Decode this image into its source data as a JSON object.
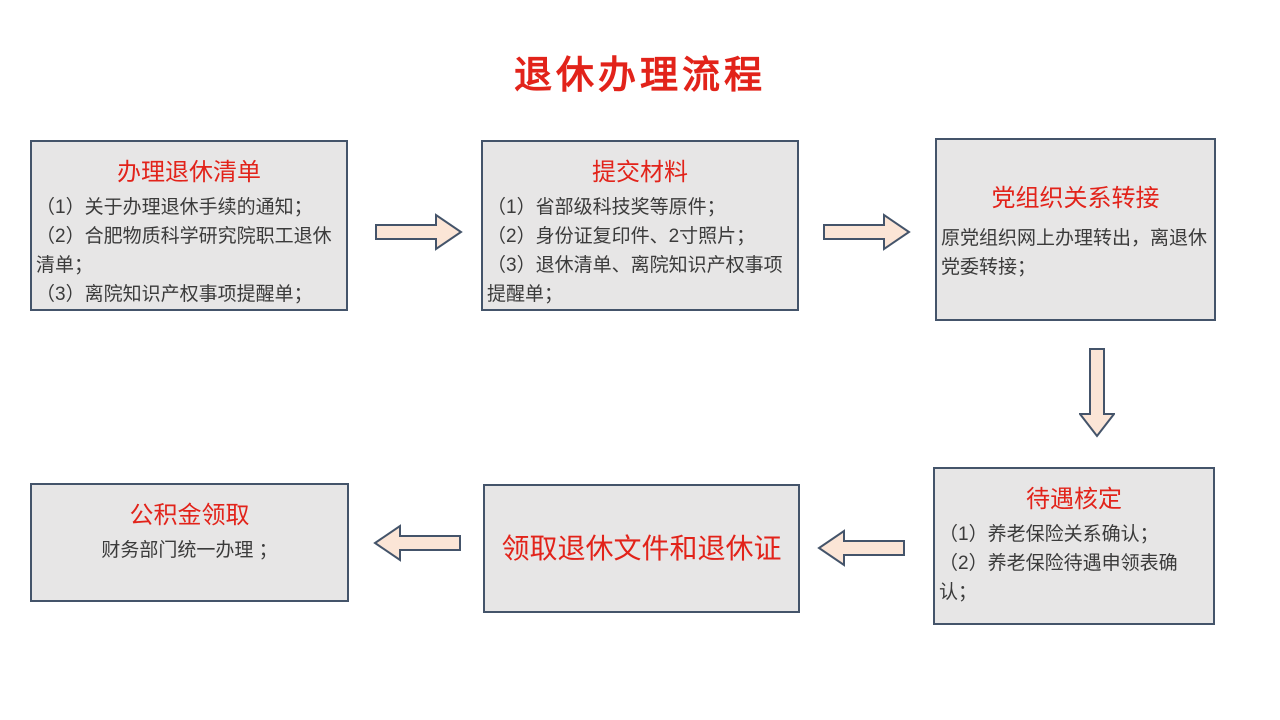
{
  "page": {
    "title": "退休办理流程"
  },
  "colors": {
    "accent_red": "#e2231a",
    "box_fill": "#e7e6e6",
    "box_border": "#44546a",
    "arrow_fill": "#fbe5d6",
    "arrow_border": "#44546a",
    "body_text": "#3b3b3b",
    "slide_bg": "#ffffff"
  },
  "flow": {
    "boxes": [
      {
        "id": "retire-checklist",
        "title": "办理退休清单",
        "lines": [
          "（1）关于办理退休手续的通知；",
          "（2）合肥物质科学研究院职工退休清单；",
          "（3）离院知识产权事项提醒单；"
        ]
      },
      {
        "id": "submit-materials",
        "title": "提交材料",
        "lines": [
          "（1）省部级科技奖等原件；",
          "（2）身份证复印件、2寸照片；",
          "（3）退休清单、离院知识产权事项提醒单；"
        ]
      },
      {
        "id": "party-relation-transfer",
        "title": "党组织关系转接",
        "lines": [
          "原党组织网上办理转出，离退休党委转接；"
        ]
      },
      {
        "id": "benefit-verification",
        "title": "待遇核定",
        "lines": [
          "（1）养老保险关系确认；",
          "（2）养老保险待遇申领表确认；"
        ]
      },
      {
        "id": "receive-retirement-documents",
        "title": "领取退休文件和退休证",
        "lines": []
      },
      {
        "id": "housing-fund-withdrawal",
        "title": "公积金领取",
        "lines": [
          "财务部门统一办理 ；"
        ]
      }
    ],
    "arrows": [
      {
        "id": "step1-to-step2",
        "direction": "right"
      },
      {
        "id": "step2-to-step3",
        "direction": "right"
      },
      {
        "id": "step3-to-step4",
        "direction": "down"
      },
      {
        "id": "step4-to-step5",
        "direction": "left"
      },
      {
        "id": "step5-to-step6",
        "direction": "left"
      }
    ]
  }
}
